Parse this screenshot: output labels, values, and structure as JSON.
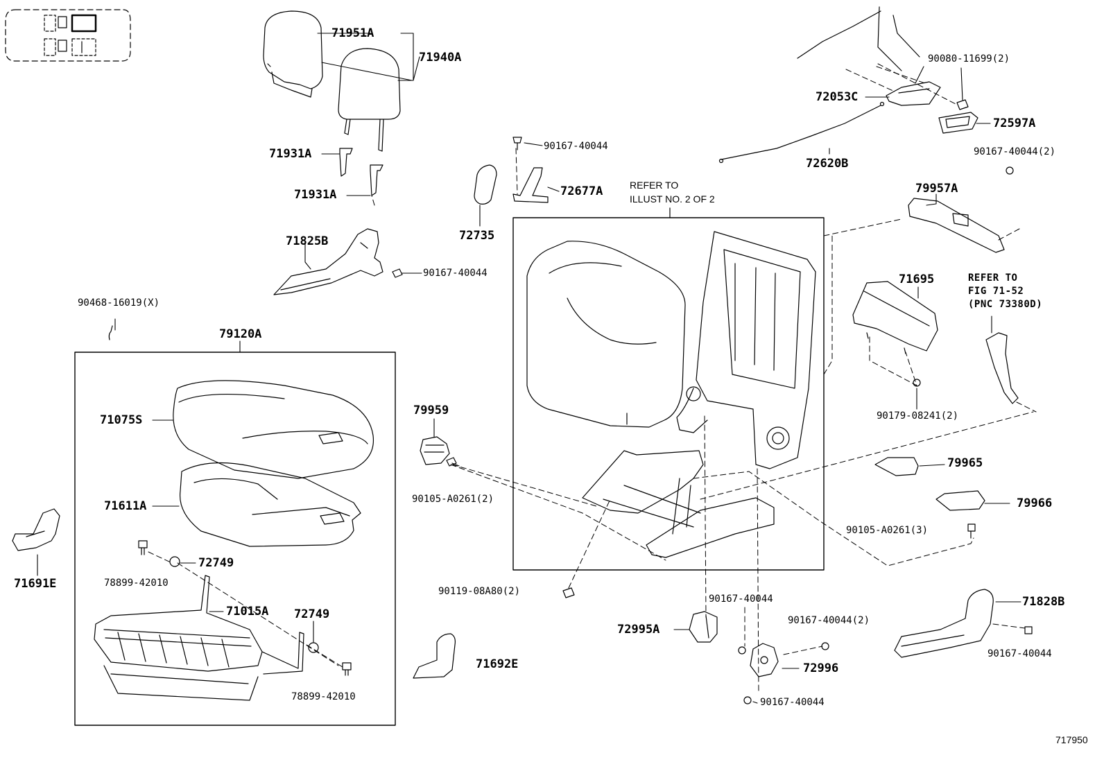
{
  "illustration_number": "717950",
  "notes": {
    "refer_illust": "REFER TO\nILLUST NO. 2 OF 2",
    "refer_fig": "REFER TO\nFIG 71-52\n(PNC 73380D)"
  },
  "parts": {
    "p71951A": "71951A",
    "p71940A": "71940A",
    "p71931A_1": "71931A",
    "p71931A_2": "71931A",
    "p71825B": "71825B",
    "p90167_40044_a": "90167-40044",
    "p90167_40044_b": "90167-40044",
    "p72677A": "72677A",
    "p72735": "72735",
    "p90468": "90468-16019(X)",
    "p79120A": "79120A",
    "p71075S": "71075S",
    "p71611A": "71611A",
    "p72749_a": "72749",
    "p78899_a": "78899-42010",
    "p71015A": "71015A",
    "p72749_b": "72749",
    "p78899_b": "78899-42010",
    "p71691E": "71691E",
    "p79959": "79959",
    "p90105_a": "90105-A0261(2)",
    "p90119": "90119-08A80(2)",
    "p71692E": "71692E",
    "p90080": "90080-11699(2)",
    "p72053C": "72053C",
    "p72597A": "72597A",
    "p72620B": "72620B",
    "p90167_40044_2a": "90167-40044(2)",
    "p79957A": "79957A",
    "p71695": "71695",
    "p90179": "90179-08241(2)",
    "p79965": "79965",
    "p79966": "79966",
    "p90105_b": "90105-A0261(3)",
    "p71828B": "71828B",
    "p90167_40044_c": "90167-40044",
    "p90167_40044_d": "90167-40044",
    "p72995A": "72995A",
    "p90167_40044_2b": "90167-40044(2)",
    "p72996": "72996",
    "p90167_40044_e": "90167-40044"
  }
}
